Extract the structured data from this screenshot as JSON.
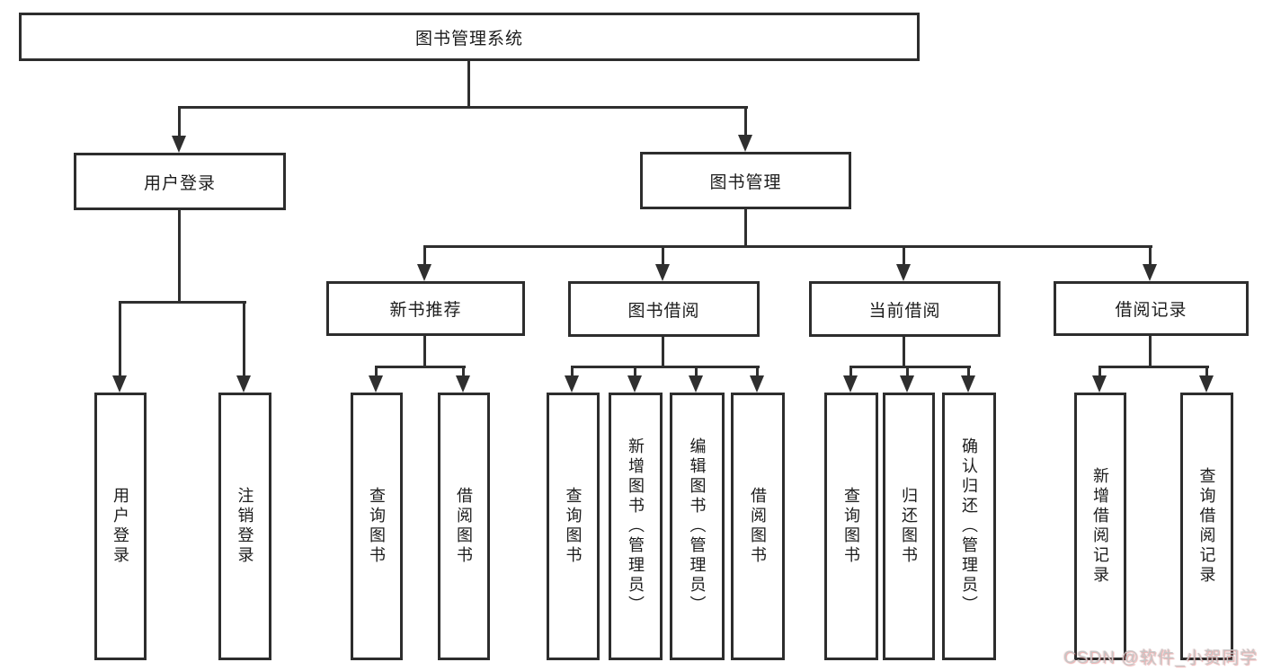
{
  "title": {
    "label": "图书管理系统"
  },
  "tree": {
    "level2": [
      {
        "label": "用户登录"
      },
      {
        "label": "图书管理"
      }
    ],
    "level3": [
      {
        "label": "新书推荐"
      },
      {
        "label": "图书借阅"
      },
      {
        "label": "当前借阅"
      },
      {
        "label": "借阅记录"
      }
    ],
    "leaves": {
      "user_login": [
        {
          "label": "用户登录"
        },
        {
          "label": "注销登录"
        }
      ],
      "new_book": [
        {
          "label": "查询图书"
        },
        {
          "label": "借阅图书"
        }
      ],
      "book_borrow": [
        {
          "label": "查询图书"
        },
        {
          "label": "新增图书（管理员）"
        },
        {
          "label": "编辑图书（管理员）"
        },
        {
          "label": "借阅图书"
        }
      ],
      "current_borrow": [
        {
          "label": "查询图书"
        },
        {
          "label": "归还图书"
        },
        {
          "label": "确认归还（管理员）"
        }
      ],
      "borrow_records": [
        {
          "label": "新增借阅记录"
        },
        {
          "label": "查询借阅记录"
        }
      ]
    }
  },
  "watermark": {
    "text": "CSDN @软件_小贺同学"
  },
  "colors": {
    "line": "#2f2f2f",
    "border": "#2d2d2d",
    "text": "#1c1c1c",
    "watermark": "#c7c7c7"
  }
}
